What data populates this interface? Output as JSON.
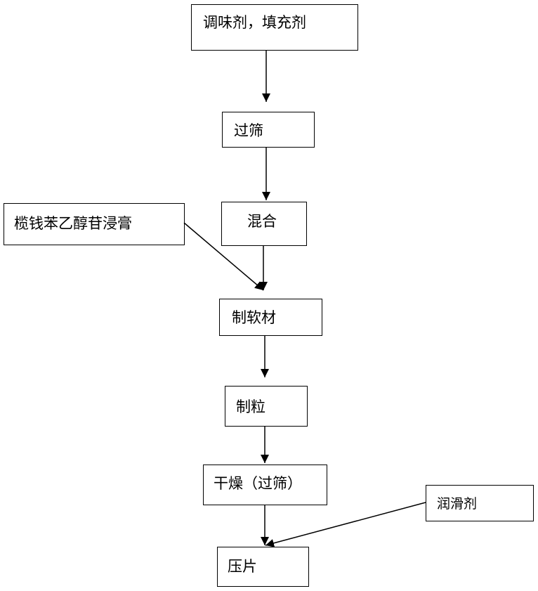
{
  "flowchart": {
    "steps": {
      "flavoring_filler": "调味剂，填充剂",
      "sieving": "过筛",
      "mixing": "混合",
      "soft_material": "制软材",
      "granulation": "制粒",
      "drying": "干燥（过筛）",
      "tableting": "压片"
    },
    "inputs": {
      "extract": "榄钱苯乙醇苷浸膏",
      "lubricant": "润滑剂"
    }
  }
}
